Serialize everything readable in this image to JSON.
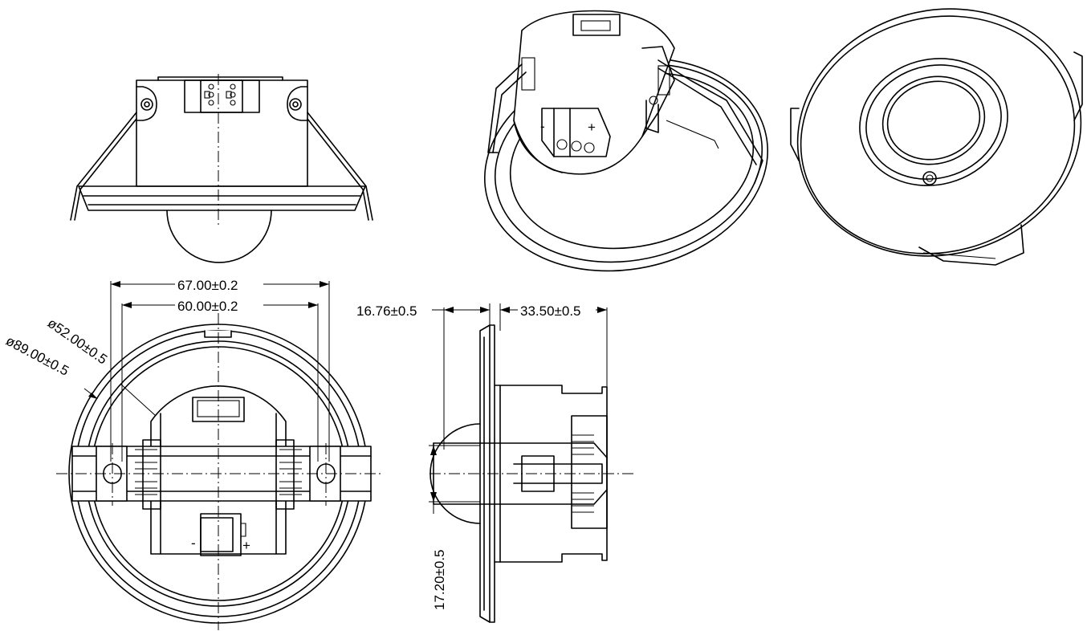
{
  "dimensions": {
    "width_67": "67.00±0.2",
    "width_60": "60.00±0.2",
    "dia_52": "ø52.00±0.5",
    "dia_89": "ø89.00±0.5",
    "depth_16": "16.76±0.5",
    "depth_33": "33.50±0.5",
    "height_17": "17.20±0.5"
  },
  "terminal_marks": {
    "minus": "-",
    "plus": "+"
  }
}
